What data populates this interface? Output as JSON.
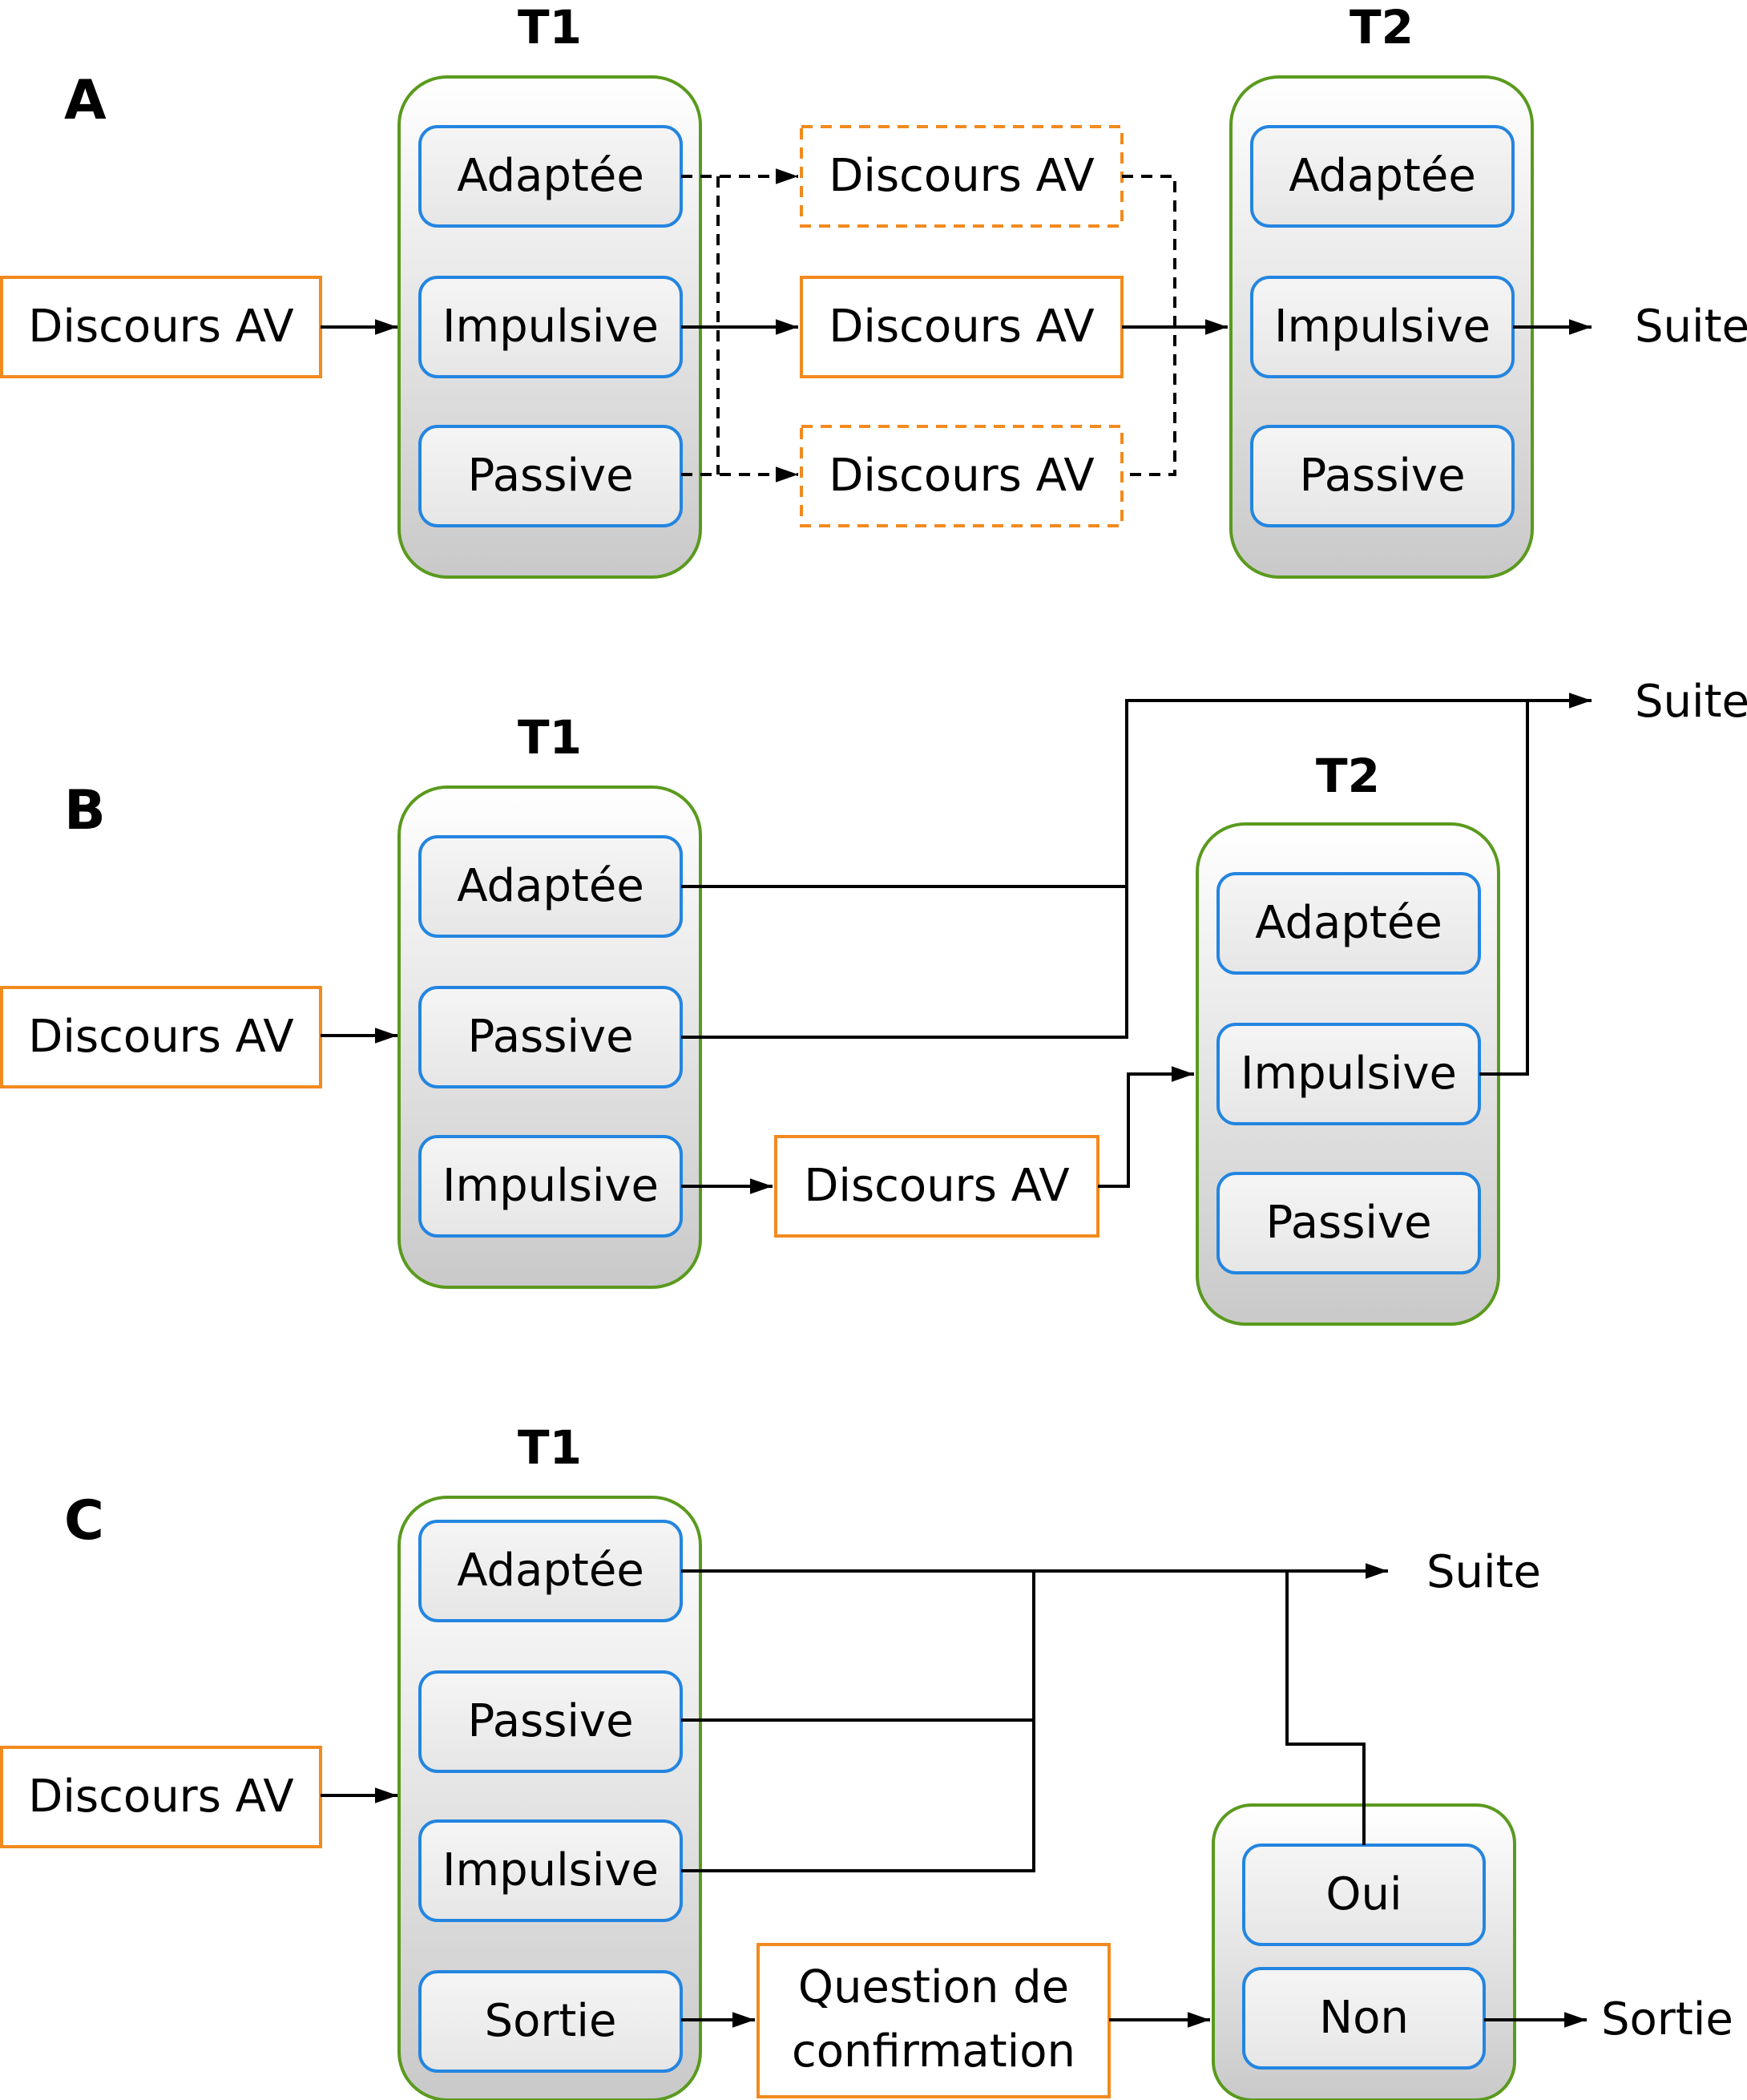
{
  "panels": {
    "a": {
      "letter": "A",
      "t1": {
        "title": "T1",
        "states": [
          "Adaptée",
          "Impulsive",
          "Passive"
        ]
      },
      "t2": {
        "title": "T2",
        "states": [
          "Adaptée",
          "Impulsive",
          "Passive"
        ]
      },
      "input": "Discours AV",
      "branches": [
        "Discours AV",
        "Discours AV",
        "Discours AV"
      ],
      "output": "Suite"
    },
    "b": {
      "letter": "B",
      "t1": {
        "title": "T1",
        "states": [
          "Adaptée",
          "Passive",
          "Impulsive"
        ]
      },
      "t2": {
        "title": "T2",
        "states": [
          "Adaptée",
          "Impulsive",
          "Passive"
        ]
      },
      "input": "Discours AV",
      "branch": "Discours AV",
      "output": "Suite"
    },
    "c": {
      "letter": "C",
      "t1": {
        "title": "T1",
        "states": [
          "Adaptée",
          "Passive",
          "Impulsive",
          "Sortie"
        ]
      },
      "input": "Discours AV",
      "question": [
        "Question de",
        "confirmation"
      ],
      "confirm": [
        "Oui",
        "Non"
      ],
      "output": "Suite",
      "exit": "Sortie"
    }
  }
}
